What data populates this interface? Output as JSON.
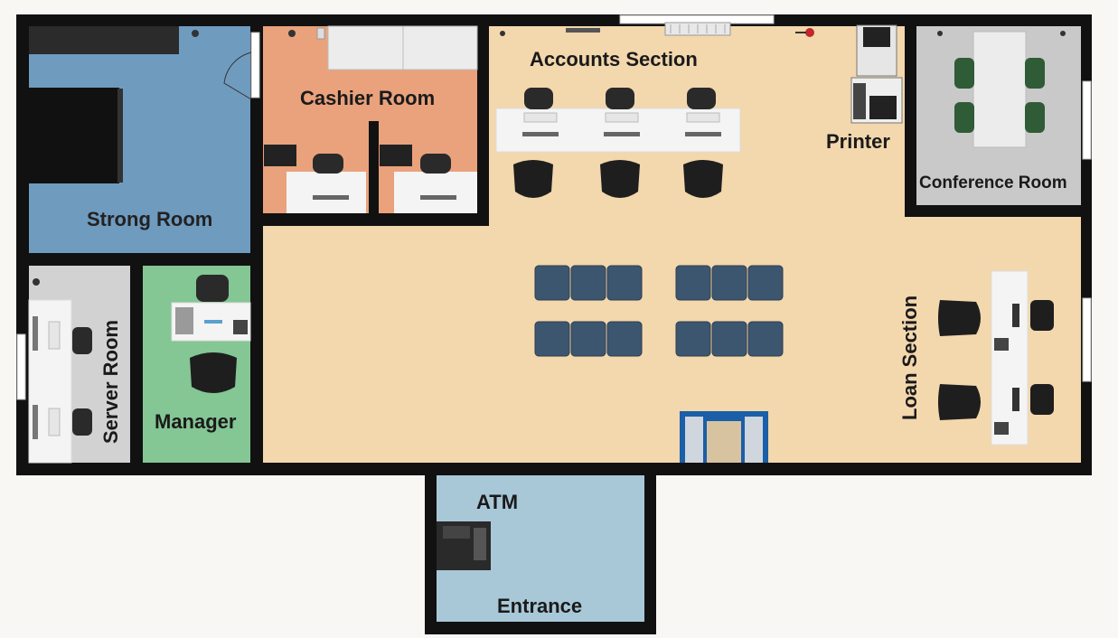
{
  "rooms": {
    "strong_room": "Strong Room",
    "cashier_room": "Cashier Room",
    "accounts_section": "Accounts Section",
    "printer": "Printer",
    "conference_room": "Conference Room",
    "server_room": "Server Room",
    "manager": "Manager",
    "loan_section": "Loan Section",
    "atm": "ATM",
    "entrance": "Entrance"
  },
  "colors": {
    "wall": "#111111",
    "strong_room": "#6f9bbf",
    "cashier_room": "#e9a27c",
    "main_hall": "#f3d7ad",
    "conference_room": "#c9c9c9",
    "server_room": "#d2d2d2",
    "manager": "#84c694",
    "entrance": "#a8c8d8",
    "chair": "#3d5670",
    "desk": "#f4f4f4"
  }
}
